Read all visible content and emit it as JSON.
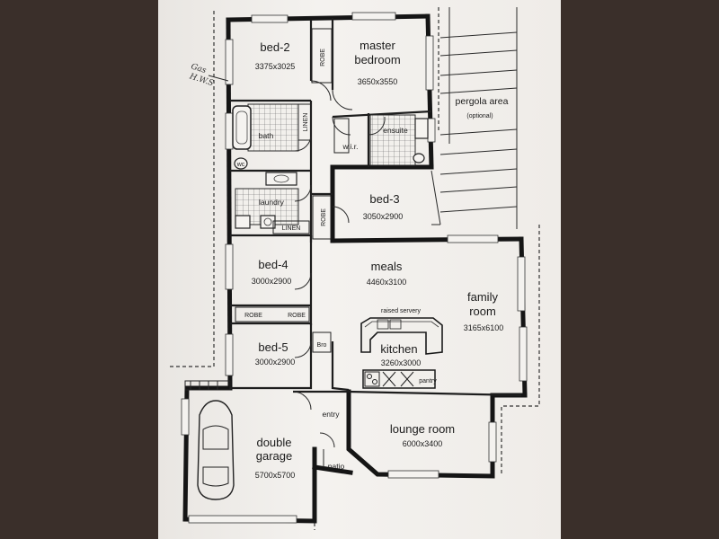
{
  "plan": {
    "rooms": {
      "bed2": {
        "name": "bed-2",
        "dims": "3375x3025"
      },
      "master": {
        "name_line1": "master",
        "name_line2": "bedroom",
        "dims": "3650x3550"
      },
      "bath": {
        "name": "bath"
      },
      "ensuite": {
        "name": "ensuite"
      },
      "wir": {
        "name": "w.i.r."
      },
      "laundry": {
        "name": "laundry"
      },
      "bed3": {
        "name": "bed-3",
        "dims": "3050x2900"
      },
      "bed4": {
        "name": "bed-4",
        "dims": "3000x2900"
      },
      "bed5": {
        "name": "bed-5",
        "dims": "3000x2900"
      },
      "meals": {
        "name": "meals",
        "dims": "4460x3100"
      },
      "family": {
        "name_line1": "family",
        "name_line2": "room",
        "dims": "3165x6100"
      },
      "kitchen": {
        "name": "kitchen",
        "dims": "3260x3000"
      },
      "lounge": {
        "name": "lounge room",
        "dims": "6000x3400"
      },
      "garage": {
        "name_line1": "double",
        "name_line2": "garage",
        "dims": "5700x5700"
      },
      "entry": {
        "name": "entry"
      },
      "patio": {
        "name": "patio"
      },
      "pergola": {
        "name": "pergola area",
        "note": "(optional)"
      }
    },
    "labels": {
      "robe": "ROBE",
      "linen": "LINEN",
      "bro": "Bro",
      "wc": "wc",
      "raised_servery": "raised servery",
      "pantry": "pantry"
    },
    "handwritten": {
      "line1": "Gas",
      "line2": "H.W.S"
    }
  }
}
